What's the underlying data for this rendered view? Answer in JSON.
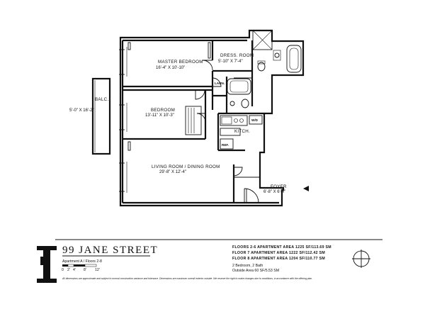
{
  "rooms": {
    "master_bedroom": {
      "name": "MASTER BEDROOM",
      "dim": "16'-4\" X 10'-10\""
    },
    "dress_room": {
      "name": "DRESS. ROOM",
      "dim": "5'-10\" X 7'-4\""
    },
    "bedroom": {
      "name": "BEDROOM",
      "dim": "13'-11\" X 10'-3\""
    },
    "balcony": {
      "name": "BALC.",
      "dim": "5'-0\" X 16'-2\""
    },
    "living_dining": {
      "name": "LIVING ROOM / DINING ROOM",
      "dim": "29'-8\" X 12'-4\""
    },
    "kitchen": {
      "name": "KITCH."
    },
    "foyer": {
      "name": "FOYER",
      "dim": "6'-8\" X 6'-4\""
    }
  },
  "tags": {
    "laundry": "LAUN.",
    "wd": "W/D",
    "refrigerator": "REF."
  },
  "footer": {
    "title": "99 JANE STREET",
    "apartment": "Apartment A / Floors 2-8",
    "scale_labels": [
      "0",
      "2'",
      "4'",
      "8'",
      "12'"
    ],
    "areas": [
      "FLOORS 2-6 APARTMENT AREA 1225 SF/113.69 SM",
      "FLOOR 7 APARTMENT AREA 1222 SF/112.42 SM",
      "FLOOR 8 APARTMENT AREA 1204 SF/110.77 SM"
    ],
    "bedbath": "2 Bedroom, 2 Bath",
    "outside_area": "Outside Area 60 SF/5.53 SM",
    "disclaimer": "All dimensions are approximate and subject to normal construction variance and tolerance. Dimensions are maximum overall exterior outside. We reserve the right to make changes due to conditions, in accordance with the offering plan."
  },
  "icons": [
    "compass-icon",
    "building-logo-icon",
    "entry-arrow-icon"
  ]
}
